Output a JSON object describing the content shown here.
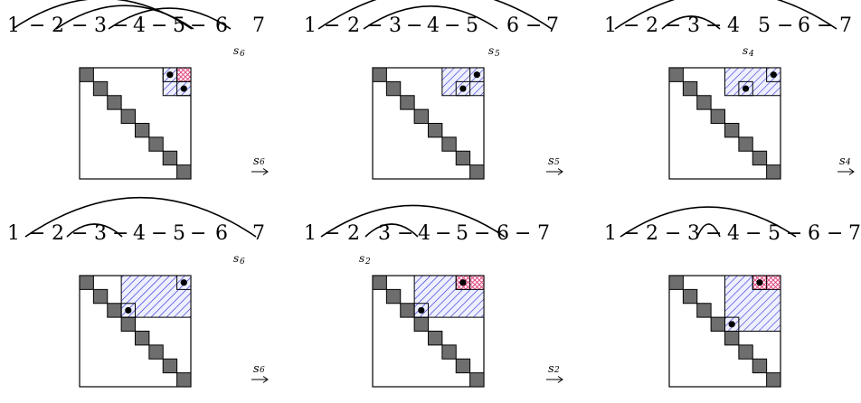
{
  "panels": [
    {
      "id": "p1",
      "chain": [
        {
          "text": "1"
        },
        {
          "text": "−"
        },
        {
          "text": "2"
        },
        {
          "text": "−"
        },
        {
          "text": "3"
        },
        {
          "text": "−"
        },
        {
          "text": "4"
        },
        {
          "text": "−"
        },
        {
          "text": "5"
        },
        {
          "text": "−"
        },
        {
          "text": "6"
        },
        {
          "text": "7"
        }
      ],
      "subscript": {
        "base": "s",
        "index": "6"
      },
      "arrow": {
        "base": "s",
        "index": "6",
        "symbol": "→"
      },
      "matrix": {
        "boxes": [
          {
            "type": "blue",
            "rows": [
              1,
              2
            ],
            "cols": [
              6,
              7
            ]
          },
          {
            "type": "red",
            "rows": [
              1,
              1
            ],
            "cols": [
              7,
              7
            ]
          }
        ],
        "dots": [
          [
            1,
            6
          ],
          [
            2,
            7
          ]
        ]
      }
    },
    {
      "id": "p2",
      "chain": [
        {
          "text": "1"
        },
        {
          "text": "−"
        },
        {
          "text": "2"
        },
        {
          "text": "−"
        },
        {
          "text": "3"
        },
        {
          "text": "−"
        },
        {
          "text": "4"
        },
        {
          "text": "−"
        },
        {
          "text": "5"
        },
        {
          "text": "6"
        },
        {
          "text": "−"
        },
        {
          "text": "7"
        }
      ],
      "subscript": {
        "base": "s",
        "index": "5"
      },
      "arrow": {
        "base": "s",
        "index": "5",
        "symbol": "→"
      },
      "matrix": {
        "boxes": [
          {
            "type": "blue",
            "rows": [
              1,
              2
            ],
            "cols": [
              5,
              7
            ]
          }
        ],
        "dots": [
          [
            1,
            7
          ],
          [
            2,
            6
          ]
        ]
      }
    },
    {
      "id": "p3",
      "chain": [
        {
          "text": "1"
        },
        {
          "text": "−"
        },
        {
          "text": "2"
        },
        {
          "text": "−"
        },
        {
          "text": "3"
        },
        {
          "text": "−"
        },
        {
          "text": "4"
        },
        {
          "text": "5"
        },
        {
          "text": "−"
        },
        {
          "text": "6"
        },
        {
          "text": "−"
        },
        {
          "text": "7"
        }
      ],
      "subscript": {
        "base": "s",
        "index": "4"
      },
      "arrow": {
        "base": "s",
        "index": "4",
        "symbol": "→"
      },
      "matrix": {
        "boxes": [
          {
            "type": "blue",
            "rows": [
              1,
              2
            ],
            "cols": [
              4,
              7
            ]
          }
        ],
        "dots": [
          [
            1,
            7
          ],
          [
            2,
            5
          ]
        ]
      }
    },
    {
      "id": "p4",
      "chain": [
        {
          "text": "1"
        },
        {
          "text": "−"
        },
        {
          "text": "2"
        },
        {
          "text": "−"
        },
        {
          "text": "3"
        },
        {
          "text": "−"
        },
        {
          "text": "4"
        },
        {
          "text": "−"
        },
        {
          "text": "5"
        },
        {
          "text": "−"
        },
        {
          "text": "6"
        },
        {
          "text": "7"
        }
      ],
      "subscript": {
        "base": "s",
        "index": "6"
      },
      "arrow": {
        "base": "s",
        "index": "6",
        "symbol": "→"
      },
      "matrix": {
        "boxes": [
          {
            "type": "blue",
            "rows": [
              1,
              3
            ],
            "cols": [
              3,
              7
            ]
          }
        ],
        "dots": [
          [
            1,
            7
          ],
          [
            3,
            3
          ]
        ]
      }
    },
    {
      "id": "p5",
      "chain": [
        {
          "text": "1"
        },
        {
          "text": "−"
        },
        {
          "text": "2"
        },
        {
          "text": "3"
        },
        {
          "text": "−"
        },
        {
          "text": "4"
        },
        {
          "text": "−"
        },
        {
          "text": "5"
        },
        {
          "text": "−"
        },
        {
          "text": "6"
        },
        {
          "text": "−"
        },
        {
          "text": "7"
        }
      ],
      "subscript": {
        "base": "s",
        "index": "2"
      },
      "arrow": {
        "base": "s",
        "index": "2",
        "symbol": "→"
      },
      "matrix": {
        "boxes": [
          {
            "type": "blue",
            "rows": [
              1,
              3
            ],
            "cols": [
              3,
              7
            ]
          },
          {
            "type": "red",
            "rows": [
              1,
              1
            ],
            "cols": [
              6,
              7
            ]
          }
        ],
        "dots": [
          [
            1,
            6
          ],
          [
            3,
            3
          ]
        ]
      }
    },
    {
      "id": "p6",
      "chain": [
        {
          "text": "1"
        },
        {
          "text": "−"
        },
        {
          "text": "2"
        },
        {
          "text": "−"
        },
        {
          "text": "3"
        },
        {
          "text": "−"
        },
        {
          "text": "4"
        },
        {
          "text": "−"
        },
        {
          "text": "5"
        },
        {
          "text": "−"
        },
        {
          "text": "6"
        },
        {
          "text": "−"
        },
        {
          "text": "7"
        }
      ],
      "subscript": {
        "base": "",
        "index": ""
      },
      "arrow": {
        "base": "",
        "index": "",
        "symbol": ""
      },
      "matrix": {
        "boxes": [
          {
            "type": "blue",
            "rows": [
              1,
              4
            ],
            "cols": [
              4,
              7
            ]
          },
          {
            "type": "red",
            "rows": [
              1,
              1
            ],
            "cols": [
              6,
              7
            ]
          }
        ],
        "dots": [
          [
            1,
            6
          ],
          [
            4,
            4
          ]
        ]
      }
    }
  ],
  "colors": {
    "ink": "#000000",
    "diag": "#6e6e6e",
    "blue": "#2a2ad6",
    "blue_fill": "#e8e8ff",
    "red": "#e0407a",
    "red_fill": "#ffe6f0"
  }
}
